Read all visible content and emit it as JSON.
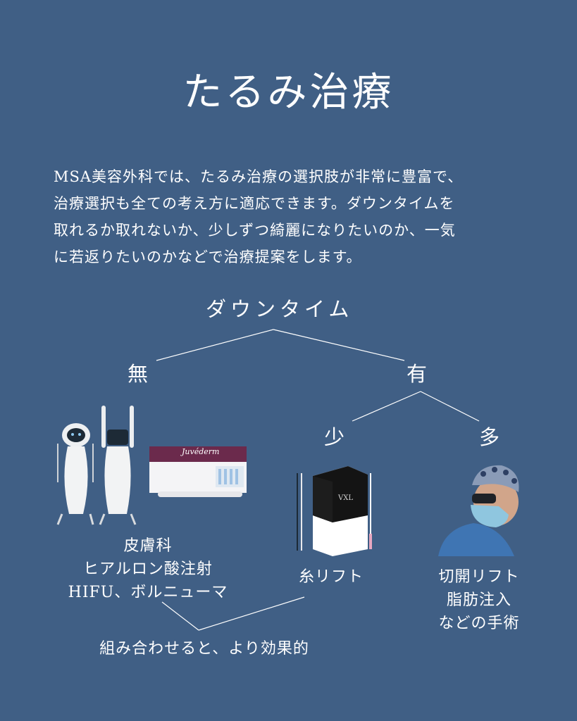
{
  "title": "たるみ治療",
  "intro_lines": [
    "MSA美容外科では、たるみ治療の選択肢が非常に豊富で、",
    "治療選択も全ての考え方に適応できます。ダウンタイムを",
    "取れるか取れないか、少しずつ綺麗になりたいのか、一気",
    "に若返りたいのかなどで治療提案をします。"
  ],
  "tree": {
    "root": "ダウンタイム",
    "none": "無",
    "yes": "有",
    "little": "少",
    "much": "多"
  },
  "treatments": {
    "none": [
      "皮膚科",
      "ヒアルロン酸注射",
      "HIFU、ボルニューマ"
    ],
    "little": [
      "糸リフト"
    ],
    "much": [
      "切開リフト",
      "脂肪注入",
      "などの手術"
    ]
  },
  "combo": "組み合わせると、より効果的",
  "product_labels": {
    "juvederm": "Juvéderm",
    "vxl": "VXL"
  },
  "colors": {
    "background": "#405f85",
    "text": "#ffffff"
  }
}
